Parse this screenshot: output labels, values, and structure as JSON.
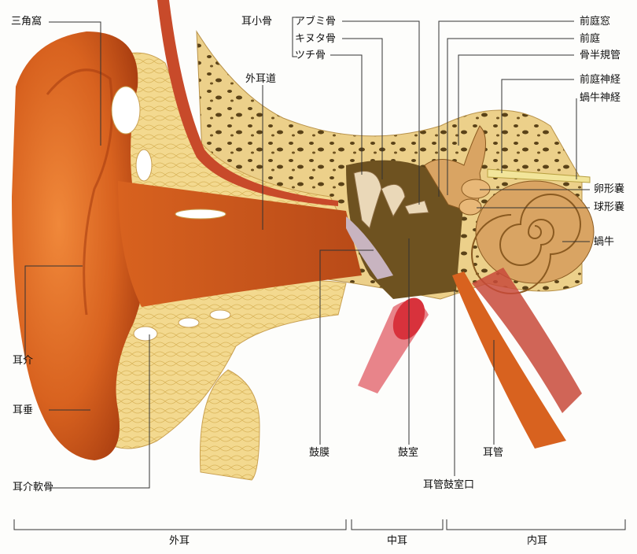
{
  "labels": {
    "sankakuka": "三角窩",
    "jishokotsu": "耳小骨",
    "abumi": "アブミ骨",
    "kinuta": "キヌタ骨",
    "tsuchi": "ツチ骨",
    "gaijido": "外耳道",
    "zenteiso": "前庭窓",
    "zentei": "前庭",
    "kotsuhankikan": "骨半規管",
    "zenteishinkei": "前庭神経",
    "kagyushinkei": "蝸牛神経",
    "ranke": "卵形嚢",
    "kyuke": "球形嚢",
    "kagyu": "蝸牛",
    "jikai": "耳介",
    "jisui": "耳垂",
    "jikainankotsu": "耳介軟骨",
    "komaku": "鼓膜",
    "koshitsu": "鼓室",
    "jikan": "耳管",
    "jikankoshitsuko": "耳管鼓室口"
  },
  "sections": {
    "outer": "外耳",
    "middle": "中耳",
    "inner": "内耳"
  },
  "colors": {
    "skin": "#d8621f",
    "bone": "#ecd08a",
    "cavity": "#6e5220",
    "cochlea": "#d9a463",
    "vessel": "#d8323c"
  }
}
